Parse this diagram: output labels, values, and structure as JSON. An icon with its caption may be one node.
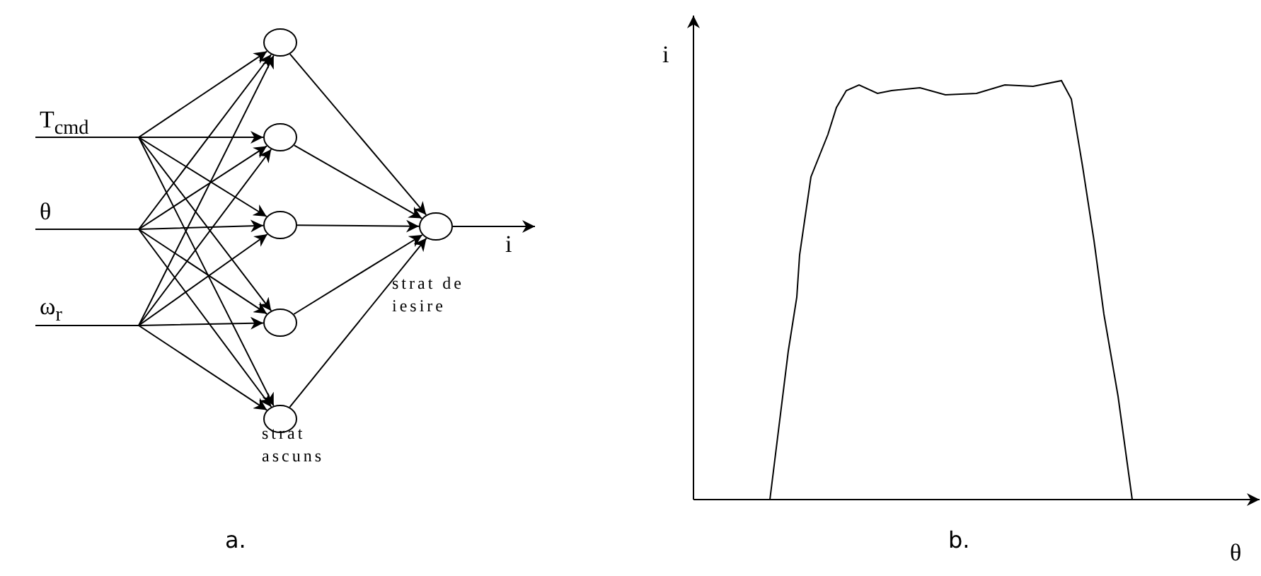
{
  "diagram": {
    "nodes": [
      {
        "text": [
          "T$_{cmd}$"
        ]
      },
      {
        "text": [
          "θ"
        ]
      },
      {
        "text": [
          "ω$_{r}$"
        ]
      },
      {
        "text": [],
        "shape": "circle"
      },
      {
        "text": [],
        "shape": "circle"
      },
      {
        "text": [],
        "shape": "circle"
      },
      {
        "text": [],
        "shape": "circle"
      },
      {
        "text": [],
        "shape": "circle"
      },
      {
        "text": [],
        "shape": "circle",
        "beside": [
          "strat de iesire"
        ]
      },
      {
        "text": [
          "i"
        ]
      }
    ],
    "edges": [
      {
        "from": 0,
        "to": 3,
        "arrow": "to"
      },
      {
        "from": 0,
        "to": 4,
        "arrow": "to"
      },
      {
        "from": 0,
        "to": 5,
        "arrow": "to"
      },
      {
        "from": 0,
        "to": 6,
        "arrow": "to"
      },
      {
        "from": 0,
        "to": 7,
        "arrow": "to"
      },
      {
        "from": 1,
        "to": 3,
        "arrow": "to"
      },
      {
        "from": 1,
        "to": 4,
        "arrow": "to"
      },
      {
        "from": 1,
        "to": 5,
        "arrow": "to"
      },
      {
        "from": 1,
        "to": 6,
        "arrow": "to"
      },
      {
        "from": 1,
        "to": 7,
        "arrow": "to"
      },
      {
        "from": 2,
        "to": 3,
        "arrow": "to"
      },
      {
        "from": 2,
        "to": 4,
        "arrow": "to"
      },
      {
        "from": 2,
        "to": 5,
        "arrow": "to"
      },
      {
        "from": 2,
        "to": 6,
        "arrow": "to"
      },
      {
        "from": 2,
        "to": 7,
        "arrow": "to"
      },
      {
        "from": 3,
        "to": 8,
        "arrow": "to"
      },
      {
        "from": 4,
        "to": 8,
        "arrow": "to"
      },
      {
        "from": 5,
        "to": 8,
        "arrow": "to"
      },
      {
        "from": 6,
        "to": 8,
        "arrow": "to"
      },
      {
        "from": 7,
        "to": 8,
        "arrow": "to"
      },
      {
        "from": 8,
        "to": 9,
        "arrow": "to"
      }
    ],
    "labels": [
      "strat ascuns",
      "a.",
      "i",
      "θ",
      "b."
    ]
  }
}
